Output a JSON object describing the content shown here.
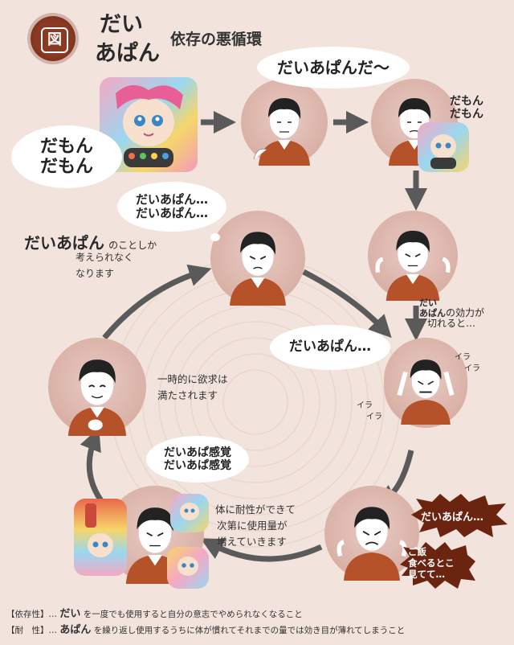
{
  "header": {
    "figure_badge": "図",
    "title_word_line1": "だい",
    "title_word_line2": "あぱん",
    "title_suffix": "依存の悪循環"
  },
  "speech": {
    "s1": "だいあぱんだ〜",
    "s2_line1": "だもん",
    "s2_line2": "だもん",
    "s3_line1": "だもん",
    "s3_line2": "だもん",
    "s4_line1": "だいあぱん…",
    "s4_line2": "だいあぱん…",
    "s5": "だいあぱん…",
    "s6_line1": "だいあぱ感覚",
    "s6_line2": "だいあぱ感覚",
    "s7": "だいあぱん…",
    "s8_line1": "ご飯",
    "s8_line2": "食べるとこ",
    "s8_line3": "見てて…"
  },
  "labels": {
    "only_think_big": "だいあぱん",
    "only_think_rest1": "のことしか",
    "only_think_rest2": "考えられなく",
    "only_think_rest3": "なります",
    "effect_word1": "だい",
    "effect_word2": "あぱん",
    "effect_rest1": "の効力が",
    "effect_rest2": "切れると…",
    "satisfied1": "一時的に欲求は",
    "satisfied2": "満たされます",
    "tolerance1": "体に耐性ができて",
    "tolerance2": "次第に使用量が",
    "tolerance3": "増えていきます",
    "ira1": "イラ",
    "ira2": "イラ",
    "ira3": "イラ",
    "ira4": "イラ"
  },
  "footer": {
    "line1_prefix": "【依存性】…",
    "line1_word": "だい",
    "line1_text": "を一度でも使用すると自分の意志でやめられなくなること",
    "line2_prefix": "【耐　性】…",
    "line2_word": "あぱん",
    "line2_text": "を繰り返し使用するうちに体が慣れてそれまでの量では効き目が薄れてしまうこと"
  },
  "colors": {
    "background": "#f2e3dc",
    "circle": "#d9b0a6",
    "shirt": "#b5522a",
    "arrow": "#5a5a5a",
    "badge": "#7a2e1a",
    "burst": "#6b2410"
  }
}
